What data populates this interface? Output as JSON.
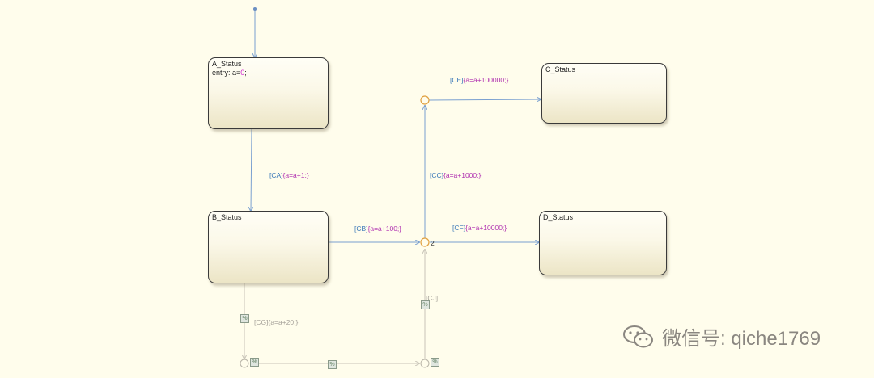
{
  "states": {
    "a": {
      "name": "A_Status",
      "entry_prefix": "entry: a=",
      "entry_value": "0",
      "entry_suffix": ";"
    },
    "b": {
      "name": "B_Status"
    },
    "c": {
      "name": "C_Status"
    },
    "d": {
      "name": "D_Status"
    }
  },
  "transitions": {
    "ca": {
      "cond": "[CA]",
      "action": "{a=a+1;}"
    },
    "cb": {
      "cond": "[CB]",
      "action": "{a=a+100;}"
    },
    "cc": {
      "cond": "[CC]",
      "action": "{a=a+1000;}"
    },
    "ce": {
      "cond": "[CE]",
      "action": "{a=a+100000;}"
    },
    "cf": {
      "cond": "[CF]",
      "action": "{a=a+10000;}"
    },
    "cg": {
      "cond": "[CG]",
      "action": "{a=a+20;}"
    },
    "cj": {
      "cond": "[CJ]"
    }
  },
  "junction_order": "2",
  "watermark": "微信号: qiche1769",
  "icons": [
    "wechat-icon",
    "coverage-badge-icon"
  ],
  "colors": {
    "background": "#fffdec",
    "wire": "#7aa0d0",
    "dim_wire": "#c8c4b8",
    "junction": "#e0a040"
  }
}
